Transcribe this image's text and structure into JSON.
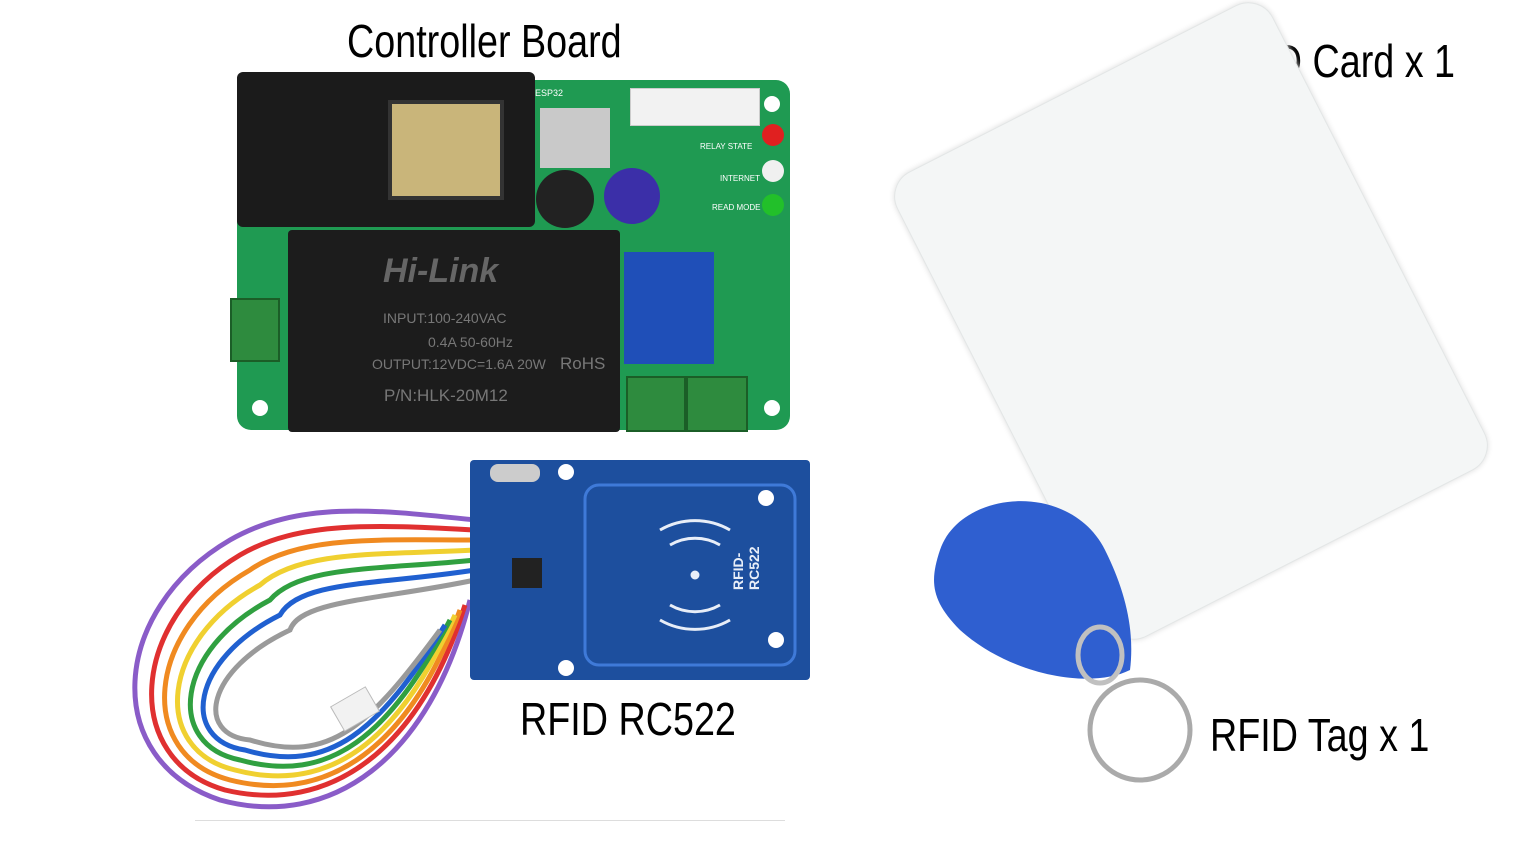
{
  "labels": {
    "controller_board": "Controller Board",
    "rfid_card": "RFID Card x 1",
    "rfid_reader": "RFID RC522",
    "rfid_tag": "RFID Tag x 1"
  },
  "board_print": {
    "brand": "Hi-Link",
    "input": "INPUT:100-240VAC",
    "current": "0.4A 50-60Hz",
    "output": "OUTPUT:12VDC=1.6A 20W",
    "part": "P/N:HLK-20M12",
    "rohs": "RoHS",
    "module": "ESP32",
    "relay_state": "RELAY STATE",
    "internet": "INTERNET",
    "read_mode": "READ MODE",
    "reader_model": "RFID-RC522"
  },
  "colors": {
    "pcb_green": "#1f9a52",
    "rfid_blue": "#1d4f9e",
    "tag_blue": "#2f5fd0"
  }
}
